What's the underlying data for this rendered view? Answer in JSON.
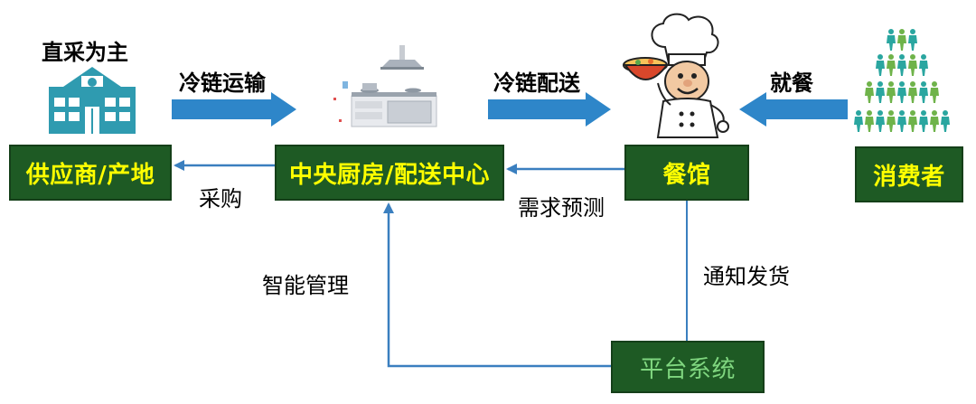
{
  "nodes": {
    "supplier": "供应商/产地",
    "central_kitchen": "中央厨房/配送中心",
    "restaurant": "餐馆",
    "consumer": "消费者",
    "platform": "平台系统"
  },
  "labels": {
    "direct_purchase": "直采为主",
    "cold_chain_transport": "冷链运输",
    "cold_chain_delivery": "冷链配送",
    "dining": "就餐",
    "procurement": "采购",
    "demand_forecast": "需求预测",
    "smart_management": "智能管理",
    "notify_shipping": "通知发货"
  },
  "icons": {
    "supplier": "building-icon",
    "kitchen": "kitchen-icon",
    "restaurant": "chef-icon",
    "consumer": "people-crowd-icon"
  },
  "colors": {
    "box_fill": "#1e5a24",
    "box_text": "#ffff00",
    "platform_text": "#7fd67f",
    "block_arrow": "#2e86c9",
    "line": "#3a7fbf"
  }
}
